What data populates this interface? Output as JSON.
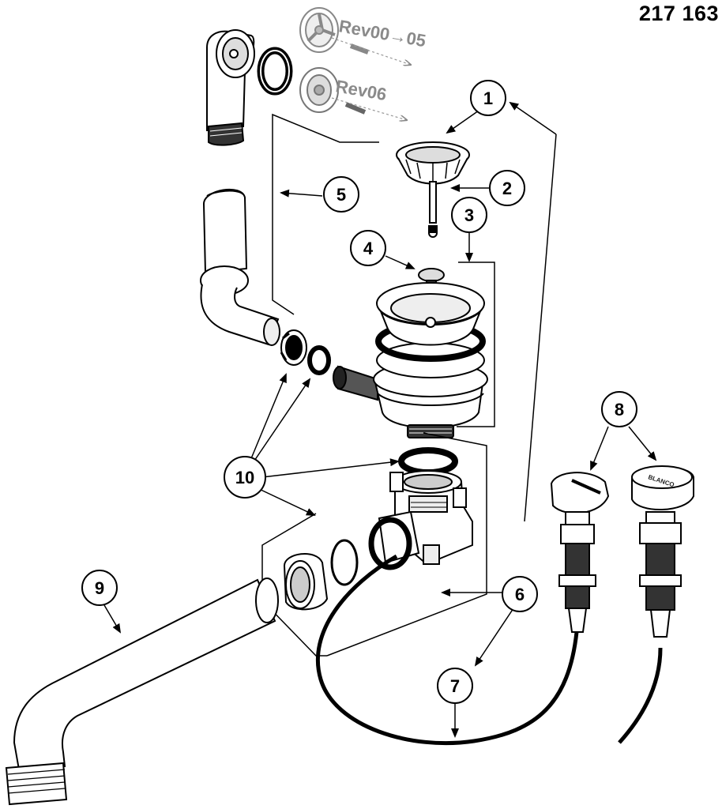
{
  "part_number": "217 163",
  "revisions": {
    "old": "Rev00→05",
    "new": "Rev06"
  },
  "brand": "BLANCO",
  "callouts": [
    {
      "id": "1",
      "label": "1"
    },
    {
      "id": "2",
      "label": "2"
    },
    {
      "id": "3",
      "label": "3"
    },
    {
      "id": "4",
      "label": "4"
    },
    {
      "id": "5",
      "label": "5"
    },
    {
      "id": "6",
      "label": "6"
    },
    {
      "id": "7",
      "label": "7"
    },
    {
      "id": "8",
      "label": "8"
    },
    {
      "id": "9",
      "label": "9"
    },
    {
      "id": "10",
      "label": "10"
    }
  ]
}
